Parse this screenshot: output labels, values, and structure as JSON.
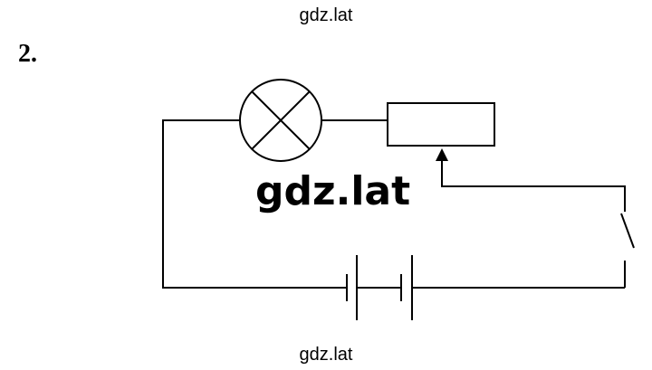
{
  "watermark_top": "gdz.lat",
  "watermark_center": "gdz.lat",
  "watermark_bottom": "gdz.lat",
  "task_number": "2.",
  "diagram": {
    "components": [
      "lamp",
      "rheostat",
      "switch",
      "battery"
    ],
    "line_color": "#000000"
  }
}
